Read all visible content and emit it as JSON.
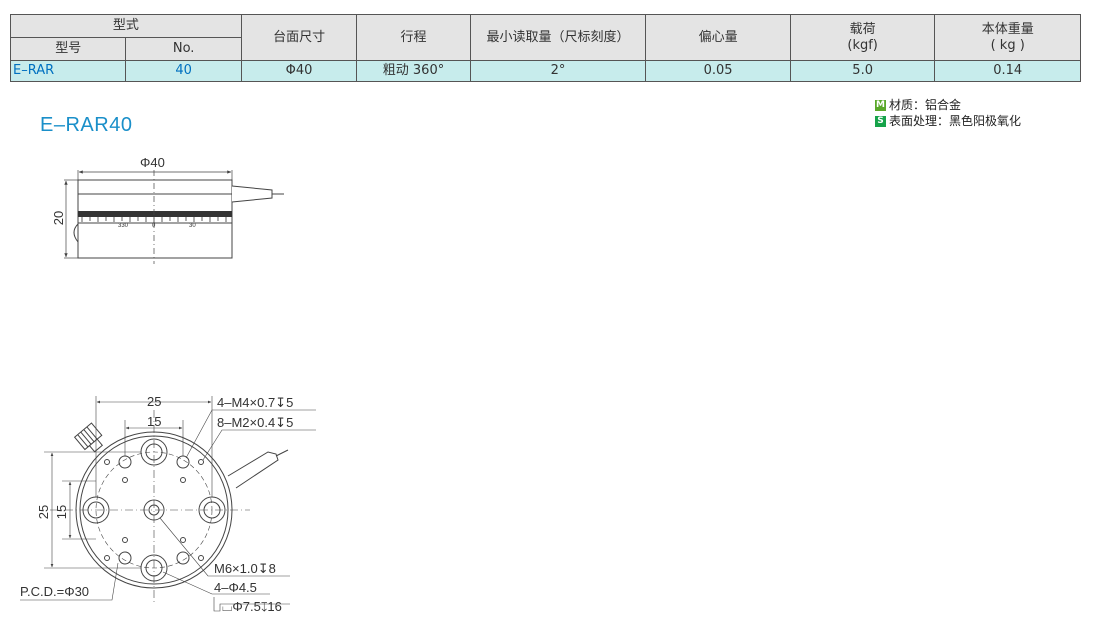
{
  "table": {
    "header": {
      "type": "型式",
      "model": "型号",
      "no": "No.",
      "table_size": "台面尺寸",
      "stroke": "行程",
      "min_reading": "最小读取量（尺标刻度）",
      "eccentricity": "偏心量",
      "load_line1": "载荷",
      "load_line2": "(kgf)",
      "weight_line1": "本体重量",
      "weight_line2": "( kg )"
    },
    "row": {
      "model": "E–RAR",
      "no": "40",
      "table_size": "Φ40",
      "stroke": "粗动  360°",
      "min_reading": "2°",
      "eccentricity": "0.05",
      "load": "5.0",
      "weight": "0.14"
    }
  },
  "title": "E–RAR40",
  "notes": {
    "material_badge": "M",
    "material": "材质：铝合金",
    "surface_badge": "S",
    "surface": "表面处理：黑色阳极氧化"
  },
  "side_view": {
    "dia": "Φ40",
    "height": "20",
    "scale_left": "330",
    "scale_mid": "0",
    "scale_right": "30"
  },
  "top_view": {
    "dim_25_h": "25",
    "dim_15_h": "15",
    "dim_25_v": "25",
    "dim_15_v": "15",
    "callout_m4": "4–M4×0.7↧5",
    "callout_m2": "8–M2×0.4↧5",
    "callout_m6": "M6×1.0↧8",
    "callout_hole": "4–Φ4.5",
    "callout_cbore": "⌴Φ7.5↧16",
    "pcd": "P.C.D.=Φ30"
  }
}
